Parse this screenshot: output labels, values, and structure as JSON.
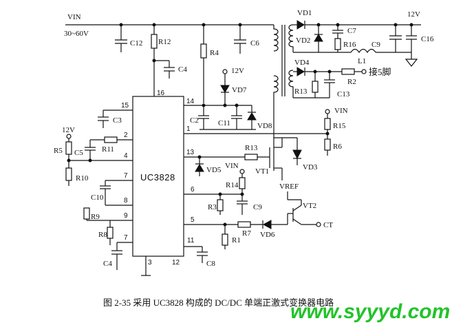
{
  "figure": {
    "caption": "图 2-35   采用 UC3828 构成的 DC/DC 单端正激式变换器电路",
    "watermark": "www.syyyd.com"
  },
  "ic": {
    "name": "UC3828",
    "pins": [
      "15",
      "2",
      "4",
      "7",
      "8",
      "9",
      "7",
      "16",
      "14",
      "1",
      "13",
      "6",
      "5",
      "11",
      "3",
      "12"
    ]
  },
  "labels": {
    "vin": "VIN",
    "vin_range": "30~60V",
    "v12_top": "12V",
    "v12_left": "12V",
    "v12_vd7": "12V",
    "vin_r14": "VIN",
    "vin_r15": "VIN",
    "vref": "VREF",
    "ct": "CT",
    "pin5_note": "接5脚",
    "c12": "C12",
    "r12": "R12",
    "c4_top": "C4",
    "r4": "R4",
    "c6": "C6",
    "vd7": "VD7",
    "c2": "C2",
    "c11": "C11",
    "vd8": "VD8",
    "c3": "C3",
    "r5": "R5",
    "c5": "C5",
    "r11": "R11",
    "r10": "R10",
    "c10": "C10",
    "r9": "R9",
    "r8": "R8",
    "c4_bot": "C4",
    "c8": "C8",
    "r13_mid": "R13",
    "vt1": "VT1",
    "vd3": "VD3",
    "vd5": "VD5",
    "r14": "R14",
    "r3": "R3",
    "c9": "C9",
    "r1": "R1",
    "r7": "R7",
    "vd6": "VD6",
    "vt2": "VT2",
    "r15": "R15",
    "r6": "R6",
    "vd1": "VD1",
    "vd2": "VD2",
    "c7": "C7",
    "r16": "R16",
    "c9b": "C9",
    "c16": "C16",
    "l1": "L1",
    "vd4": "VD4",
    "r2": "R2",
    "r13_sec": "R13",
    "c13": "C13"
  }
}
